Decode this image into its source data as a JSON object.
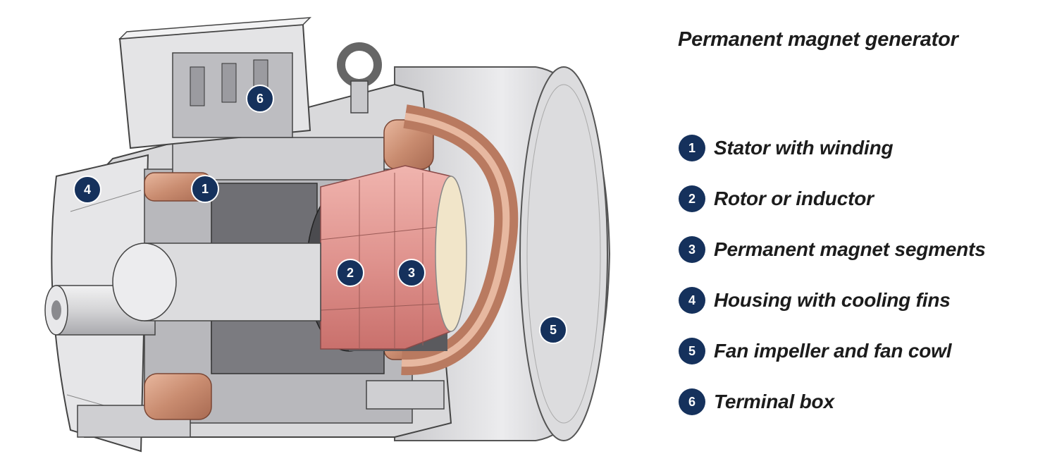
{
  "title": "Permanent magnet generator",
  "accent_color": "#15315c",
  "copper_color": "#c98c70",
  "magnet_color": "#e49a96",
  "housing_color": "#d9d9db",
  "callouts": [
    {
      "number": "1",
      "label": "Stator with winding"
    },
    {
      "number": "2",
      "label": "Rotor or inductor"
    },
    {
      "number": "3",
      "label": "Permanent magnet segments"
    },
    {
      "number": "4",
      "label": "Housing with cooling fins"
    },
    {
      "number": "5",
      "label": "Fan impeller and fan cowl"
    },
    {
      "number": "6",
      "label": "Terminal box"
    }
  ]
}
